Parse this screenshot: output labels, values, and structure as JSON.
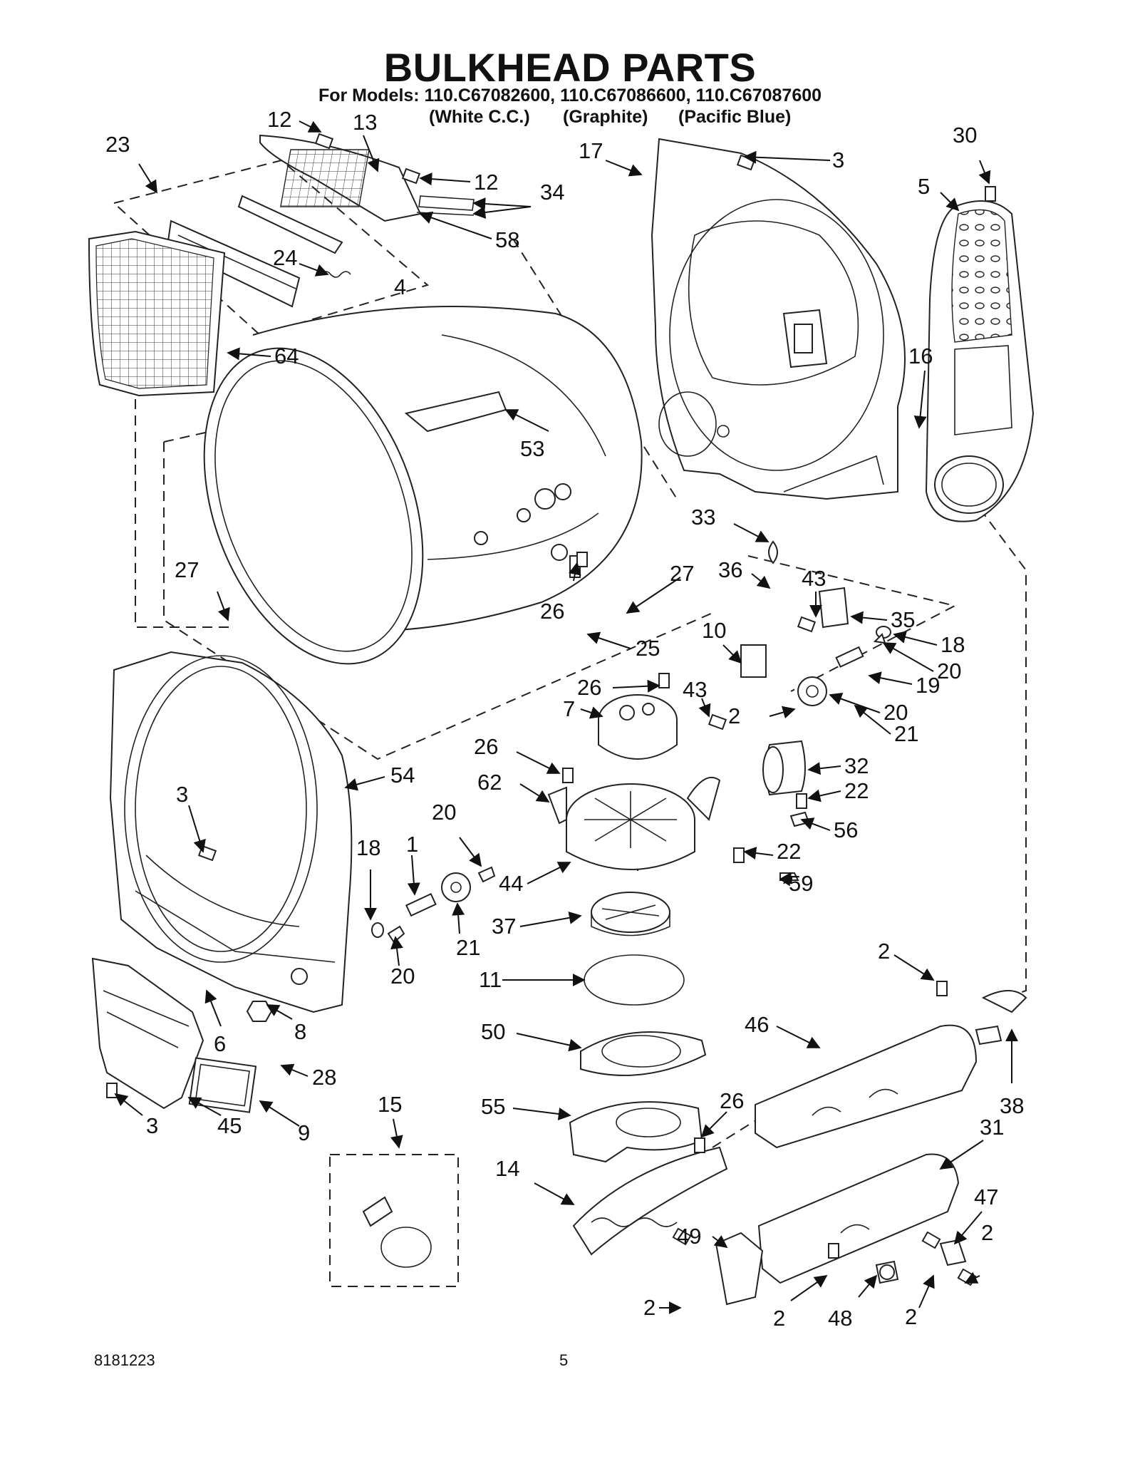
{
  "header": {
    "title": "BULKHEAD PARTS",
    "models_line": "For Models: 110.C67082600, 110.C67086600, 110.C67087600",
    "variants": [
      "(White C.C.)",
      "(Graphite)",
      "(Pacific Blue)"
    ]
  },
  "footer": {
    "doc_number": "8181223",
    "page_number": "5"
  },
  "callouts": {
    "c12a": "12",
    "c13": "13",
    "c12b": "12",
    "c34": "34",
    "c58": "58",
    "c23": "23",
    "c24": "24",
    "c4": "4",
    "c64": "64",
    "c53": "53",
    "c17": "17",
    "c3a": "3",
    "c30": "30",
    "c5": "5",
    "c16": "16",
    "c33": "33",
    "c36": "36",
    "c43a": "43",
    "c35": "35",
    "c18a": "18",
    "c20a": "20",
    "c19": "19",
    "c20b": "20",
    "c21a": "21",
    "c10": "10",
    "c43b": "43",
    "c2a": "2",
    "c26a": "26",
    "c27a": "27",
    "c27b": "27",
    "c26b": "26",
    "c25": "25",
    "c7": "7",
    "c26c": "26",
    "c32": "32",
    "c22a": "22",
    "c56": "56",
    "c22b": "22",
    "c59": "59",
    "c62": "62",
    "c44": "44",
    "c37": "37",
    "c11": "11",
    "c50": "50",
    "c55": "55",
    "c54": "54",
    "c3b": "3",
    "c18b": "18",
    "c1": "1",
    "c20c": "20",
    "c21b": "21",
    "c20d": "20",
    "c6": "6",
    "c8": "8",
    "c28": "28",
    "c3c": "3",
    "c45": "45",
    "c9": "9",
    "c15": "15",
    "c14": "14",
    "c26d": "26",
    "c49": "49",
    "c2b": "2",
    "c2c": "2",
    "c48": "48",
    "c2d": "2",
    "c46": "46",
    "c31": "31",
    "c47": "47",
    "c2e": "2",
    "c2f": "2",
    "c38": "38"
  }
}
